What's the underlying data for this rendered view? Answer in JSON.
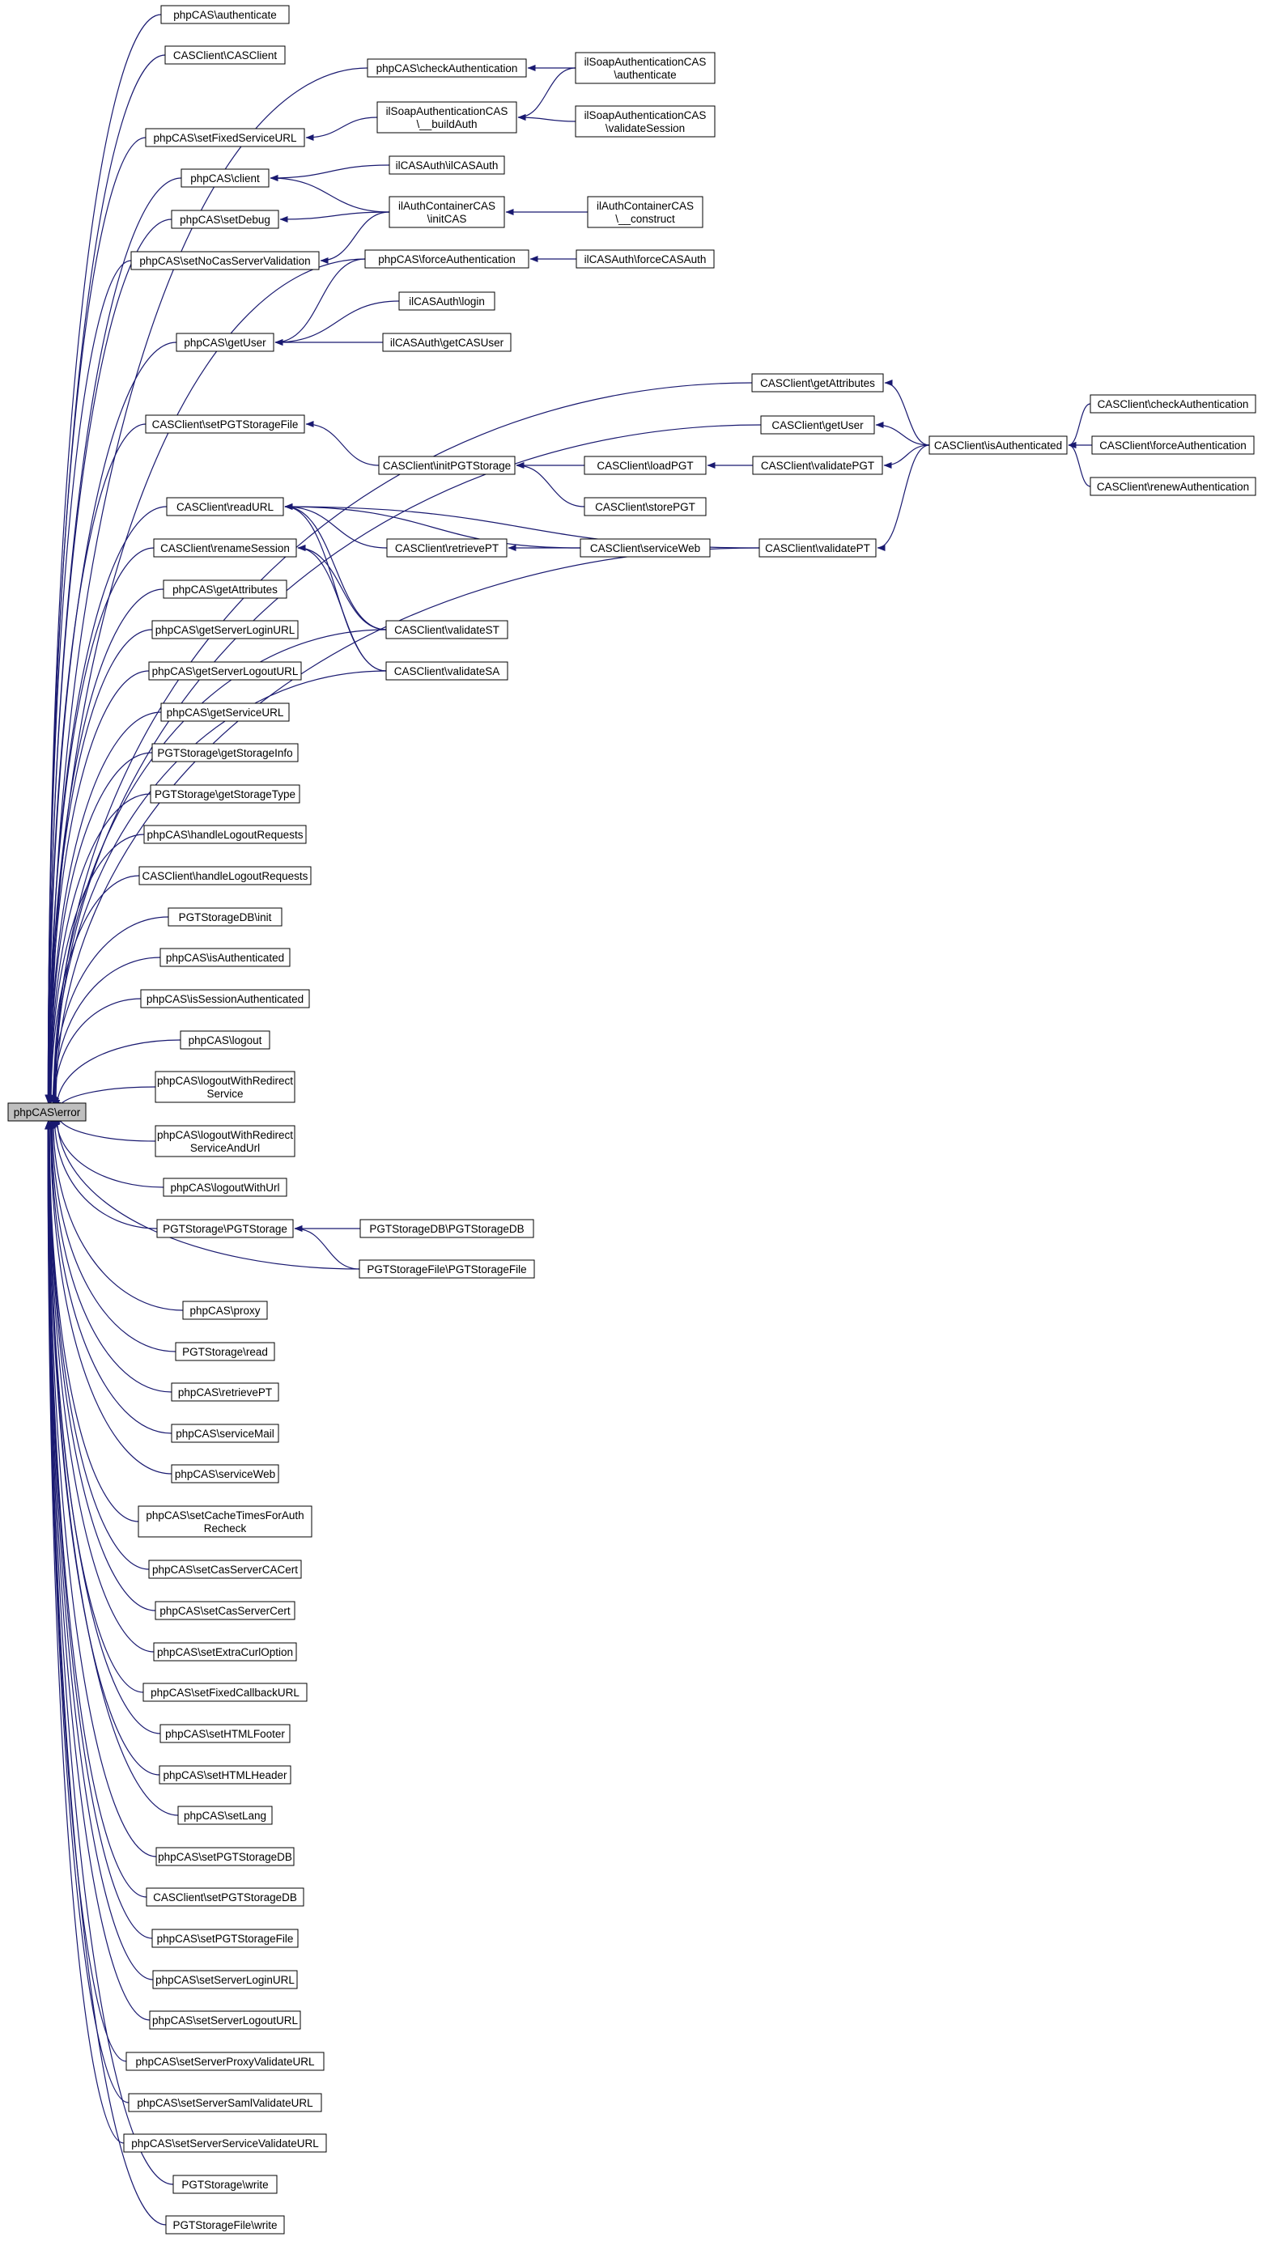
{
  "colors": {
    "edge": "#191970",
    "node_border": "#000000",
    "node_fill": "#ffffff",
    "root_fill": "#bfbfbf"
  },
  "nodes": [
    {
      "id": "root",
      "lines": [
        "phpCAS\\error"
      ],
      "root": true
    },
    {
      "id": "c1_authenticate",
      "lines": [
        "phpCAS\\authenticate"
      ]
    },
    {
      "id": "c1_casclient",
      "lines": [
        "CASClient\\CASClient"
      ]
    },
    {
      "id": "c1_setfixedserviceurl",
      "lines": [
        "phpCAS\\setFixedServiceURL"
      ]
    },
    {
      "id": "c1_client",
      "lines": [
        "phpCAS\\client"
      ]
    },
    {
      "id": "c1_setdebug",
      "lines": [
        "phpCAS\\setDebug"
      ]
    },
    {
      "id": "c1_setnocasservervalidation",
      "lines": [
        "phpCAS\\setNoCasServerValidation"
      ]
    },
    {
      "id": "c1_getuser",
      "lines": [
        "phpCAS\\getUser"
      ]
    },
    {
      "id": "c1_setpgtstoragefile",
      "lines": [
        "CASClient\\setPGTStorageFile"
      ]
    },
    {
      "id": "c1_readurl",
      "lines": [
        "CASClient\\readURL"
      ]
    },
    {
      "id": "c1_renamesession",
      "lines": [
        "CASClient\\renameSession"
      ]
    },
    {
      "id": "c1_getattributes",
      "lines": [
        "phpCAS\\getAttributes"
      ]
    },
    {
      "id": "c1_getserverloginurl",
      "lines": [
        "phpCAS\\getServerLoginURL"
      ]
    },
    {
      "id": "c1_getserverlogouturl",
      "lines": [
        "phpCAS\\getServerLogoutURL"
      ]
    },
    {
      "id": "c1_getserviceurl",
      "lines": [
        "phpCAS\\getServiceURL"
      ]
    },
    {
      "id": "c1_getstorageinfo",
      "lines": [
        "PGTStorage\\getStorageInfo"
      ]
    },
    {
      "id": "c1_getstoragetype",
      "lines": [
        "PGTStorage\\getStorageType"
      ]
    },
    {
      "id": "c1_handlelogoutrequests",
      "lines": [
        "phpCAS\\handleLogoutRequests"
      ]
    },
    {
      "id": "c1_casclient_handlelogoutrequests",
      "lines": [
        "CASClient\\handleLogoutRequests"
      ]
    },
    {
      "id": "c1_pgtstoragedb_init",
      "lines": [
        "PGTStorageDB\\init"
      ]
    },
    {
      "id": "c1_isauthenticated",
      "lines": [
        "phpCAS\\isAuthenticated"
      ]
    },
    {
      "id": "c1_issessionauthenticated",
      "lines": [
        "phpCAS\\isSessionAuthenticated"
      ]
    },
    {
      "id": "c1_logout",
      "lines": [
        "phpCAS\\logout"
      ]
    },
    {
      "id": "c1_logoutwithredirectservice",
      "lines": [
        "phpCAS\\logoutWithRedirect",
        "Service"
      ]
    },
    {
      "id": "c1_logoutwithredirectserviceandurl",
      "lines": [
        "phpCAS\\logoutWithRedirect",
        "ServiceAndUrl"
      ]
    },
    {
      "id": "c1_logoutwithurl",
      "lines": [
        "phpCAS\\logoutWithUrl"
      ]
    },
    {
      "id": "c1_pgtstorage",
      "lines": [
        "PGTStorage\\PGTStorage"
      ]
    },
    {
      "id": "c1_proxy",
      "lines": [
        "phpCAS\\proxy"
      ]
    },
    {
      "id": "c1_pgtstorage_read",
      "lines": [
        "PGTStorage\\read"
      ]
    },
    {
      "id": "c1_retrievept",
      "lines": [
        "phpCAS\\retrievePT"
      ]
    },
    {
      "id": "c1_servicemail",
      "lines": [
        "phpCAS\\serviceMail"
      ]
    },
    {
      "id": "c1_serviceweb",
      "lines": [
        "phpCAS\\serviceWeb"
      ]
    },
    {
      "id": "c1_setcachetimesforauthrecheck",
      "lines": [
        "phpCAS\\setCacheTimesForAuth",
        "Recheck"
      ]
    },
    {
      "id": "c1_setcasservercacert",
      "lines": [
        "phpCAS\\setCasServerCACert"
      ]
    },
    {
      "id": "c1_setcasservercert",
      "lines": [
        "phpCAS\\setCasServerCert"
      ]
    },
    {
      "id": "c1_setextracurloption",
      "lines": [
        "phpCAS\\setExtraCurlOption"
      ]
    },
    {
      "id": "c1_setfixedcallbackurl",
      "lines": [
        "phpCAS\\setFixedCallbackURL"
      ]
    },
    {
      "id": "c1_sethtmlfooter",
      "lines": [
        "phpCAS\\setHTMLFooter"
      ]
    },
    {
      "id": "c1_sethtmlheader",
      "lines": [
        "phpCAS\\setHTMLHeader"
      ]
    },
    {
      "id": "c1_setlang",
      "lines": [
        "phpCAS\\setLang"
      ]
    },
    {
      "id": "c1_setpgtstoragedb",
      "lines": [
        "phpCAS\\setPGTStorageDB"
      ]
    },
    {
      "id": "c1_casclient_setpgtstoragedb",
      "lines": [
        "CASClient\\setPGTStorageDB"
      ]
    },
    {
      "id": "c1_phpcas_setpgtstoragefile",
      "lines": [
        "phpCAS\\setPGTStorageFile"
      ]
    },
    {
      "id": "c1_setserverloginurl",
      "lines": [
        "phpCAS\\setServerLoginURL"
      ]
    },
    {
      "id": "c1_setserverlogouturl",
      "lines": [
        "phpCAS\\setServerLogoutURL"
      ]
    },
    {
      "id": "c1_setserverproxyvalidateurl",
      "lines": [
        "phpCAS\\setServerProxyValidateURL"
      ]
    },
    {
      "id": "c1_setserversamlvalidateurl",
      "lines": [
        "phpCAS\\setServerSamlValidateURL"
      ]
    },
    {
      "id": "c1_setserverservicevalidateurl",
      "lines": [
        "phpCAS\\setServerServiceValidateURL"
      ]
    },
    {
      "id": "c1_pgtstorage_write",
      "lines": [
        "PGTStorage\\write"
      ]
    },
    {
      "id": "c1_pgtstoragefile_write",
      "lines": [
        "PGTStorageFile\\write"
      ]
    },
    {
      "id": "c2_checkauthentication",
      "lines": [
        "phpCAS\\checkAuthentication"
      ]
    },
    {
      "id": "c2_buildauth",
      "lines": [
        "ilSoapAuthenticationCAS",
        "\\__buildAuth"
      ]
    },
    {
      "id": "c2_ilcasauth",
      "lines": [
        "ilCASAuth\\ilCASAuth"
      ]
    },
    {
      "id": "c2_initcas",
      "lines": [
        "ilAuthContainerCAS",
        "\\initCAS"
      ]
    },
    {
      "id": "c2_forceauthentication",
      "lines": [
        "phpCAS\\forceAuthentication"
      ]
    },
    {
      "id": "c2_login",
      "lines": [
        "ilCASAuth\\login"
      ]
    },
    {
      "id": "c2_getcasuser",
      "lines": [
        "ilCASAuth\\getCASUser"
      ]
    },
    {
      "id": "c2_initpgtstorage",
      "lines": [
        "CASClient\\initPGTStorage"
      ]
    },
    {
      "id": "c2_retrievept",
      "lines": [
        "CASClient\\retrievePT"
      ]
    },
    {
      "id": "c2_validatest",
      "lines": [
        "CASClient\\validateST"
      ]
    },
    {
      "id": "c2_validatesa",
      "lines": [
        "CASClient\\validateSA"
      ]
    },
    {
      "id": "c2_pgtstoragedb",
      "lines": [
        "PGTStorageDB\\PGTStorageDB"
      ]
    },
    {
      "id": "c2_pgtstoragefile",
      "lines": [
        "PGTStorageFile\\PGTStorageFile"
      ]
    },
    {
      "id": "c3_soap_authenticate",
      "lines": [
        "ilSoapAuthenticationCAS",
        "\\authenticate"
      ]
    },
    {
      "id": "c3_validatesession",
      "lines": [
        "ilSoapAuthenticationCAS",
        "\\validateSession"
      ]
    },
    {
      "id": "c3_construct",
      "lines": [
        "ilAuthContainerCAS",
        "\\__construct"
      ]
    },
    {
      "id": "c3_forcecasauth",
      "lines": [
        "ilCASAuth\\forceCASAuth"
      ]
    },
    {
      "id": "c3_loadpgt",
      "lines": [
        "CASClient\\loadPGT"
      ]
    },
    {
      "id": "c3_storepgt",
      "lines": [
        "CASClient\\storePGT"
      ]
    },
    {
      "id": "c3_serviceweb",
      "lines": [
        "CASClient\\serviceWeb"
      ]
    },
    {
      "id": "c4_getattributes",
      "lines": [
        "CASClient\\getAttributes"
      ]
    },
    {
      "id": "c4_getuser",
      "lines": [
        "CASClient\\getUser"
      ]
    },
    {
      "id": "c4_validatepgt",
      "lines": [
        "CASClient\\validatePGT"
      ]
    },
    {
      "id": "c4_validatept",
      "lines": [
        "CASClient\\validatePT"
      ]
    },
    {
      "id": "c5_isauthenticated",
      "lines": [
        "CASClient\\isAuthenticated"
      ]
    },
    {
      "id": "c6_checkauthentication",
      "lines": [
        "CASClient\\checkAuthentication"
      ]
    },
    {
      "id": "c6_forceauthentication",
      "lines": [
        "CASClient\\forceAuthentication"
      ]
    },
    {
      "id": "c6_renewauthentication",
      "lines": [
        "CASClient\\renewAuthentication"
      ]
    }
  ],
  "edges": [
    [
      "c1_authenticate",
      "root"
    ],
    [
      "c1_casclient",
      "root"
    ],
    [
      "c1_setfixedserviceurl",
      "root"
    ],
    [
      "c1_client",
      "root"
    ],
    [
      "c1_setdebug",
      "root"
    ],
    [
      "c1_setnocasservervalidation",
      "root"
    ],
    [
      "c1_getuser",
      "root"
    ],
    [
      "c1_setpgtstoragefile",
      "root"
    ],
    [
      "c1_readurl",
      "root"
    ],
    [
      "c1_renamesession",
      "root"
    ],
    [
      "c1_getattributes",
      "root"
    ],
    [
      "c1_getserverloginurl",
      "root"
    ],
    [
      "c1_getserverlogouturl",
      "root"
    ],
    [
      "c1_getserviceurl",
      "root"
    ],
    [
      "c1_getstorageinfo",
      "root"
    ],
    [
      "c1_getstoragetype",
      "root"
    ],
    [
      "c1_handlelogoutrequests",
      "root"
    ],
    [
      "c1_casclient_handlelogoutrequests",
      "root"
    ],
    [
      "c1_pgtstoragedb_init",
      "root"
    ],
    [
      "c1_isauthenticated",
      "root"
    ],
    [
      "c1_issessionauthenticated",
      "root"
    ],
    [
      "c1_logout",
      "root"
    ],
    [
      "c1_logoutwithredirectservice",
      "root"
    ],
    [
      "c1_logoutwithredirectserviceandurl",
      "root"
    ],
    [
      "c1_logoutwithurl",
      "root"
    ],
    [
      "c1_pgtstorage",
      "root"
    ],
    [
      "c1_proxy",
      "root"
    ],
    [
      "c1_pgtstorage_read",
      "root"
    ],
    [
      "c1_retrievept",
      "root"
    ],
    [
      "c1_servicemail",
      "root"
    ],
    [
      "c1_serviceweb",
      "root"
    ],
    [
      "c1_setcachetimesforauthrecheck",
      "root"
    ],
    [
      "c1_setcasservercacert",
      "root"
    ],
    [
      "c1_setcasservercert",
      "root"
    ],
    [
      "c1_setextracurloption",
      "root"
    ],
    [
      "c1_setfixedcallbackurl",
      "root"
    ],
    [
      "c1_sethtmlfooter",
      "root"
    ],
    [
      "c1_sethtmlheader",
      "root"
    ],
    [
      "c1_setlang",
      "root"
    ],
    [
      "c1_setpgtstoragedb",
      "root"
    ],
    [
      "c1_casclient_setpgtstoragedb",
      "root"
    ],
    [
      "c1_phpcas_setpgtstoragefile",
      "root"
    ],
    [
      "c1_setserverloginurl",
      "root"
    ],
    [
      "c1_setserverlogouturl",
      "root"
    ],
    [
      "c1_setserverproxyvalidateurl",
      "root"
    ],
    [
      "c1_setserversamlvalidateurl",
      "root"
    ],
    [
      "c1_setserverservicevalidateurl",
      "root"
    ],
    [
      "c1_pgtstorage_write",
      "root"
    ],
    [
      "c1_pgtstoragefile_write",
      "root"
    ],
    [
      "c2_checkauthentication",
      "root"
    ],
    [
      "c2_forceauthentication",
      "root"
    ],
    [
      "c4_getattributes",
      "root"
    ],
    [
      "c4_getuser",
      "root"
    ],
    [
      "c2_validatest",
      "root"
    ],
    [
      "c2_validatesa",
      "root"
    ],
    [
      "c2_pgtstoragefile",
      "root"
    ],
    [
      "c4_validatept",
      "root"
    ],
    [
      "c3_soap_authenticate",
      "c2_checkauthentication"
    ],
    [
      "c2_buildauth",
      "c1_setfixedserviceurl"
    ],
    [
      "c3_soap_authenticate",
      "c2_buildauth"
    ],
    [
      "c3_validatesession",
      "c2_buildauth"
    ],
    [
      "c2_ilcasauth",
      "c1_client"
    ],
    [
      "c2_initcas",
      "c1_client"
    ],
    [
      "c2_initcas",
      "c1_setdebug"
    ],
    [
      "c2_initcas",
      "c1_setnocasservervalidation"
    ],
    [
      "c3_construct",
      "c2_initcas"
    ],
    [
      "c3_forcecasauth",
      "c2_forceauthentication"
    ],
    [
      "c2_forceauthentication",
      "c1_getuser"
    ],
    [
      "c2_login",
      "c1_getuser"
    ],
    [
      "c2_getcasuser",
      "c1_getuser"
    ],
    [
      "c5_isauthenticated",
      "c4_getattributes"
    ],
    [
      "c5_isauthenticated",
      "c4_getuser"
    ],
    [
      "c2_initpgtstorage",
      "c1_setpgtstoragefile"
    ],
    [
      "c3_loadpgt",
      "c2_initpgtstorage"
    ],
    [
      "c3_storepgt",
      "c2_initpgtstorage"
    ],
    [
      "c4_validatepgt",
      "c3_loadpgt"
    ],
    [
      "c5_isauthenticated",
      "c4_validatepgt"
    ],
    [
      "c2_retrievept",
      "c1_readurl"
    ],
    [
      "c3_serviceweb",
      "c1_readurl"
    ],
    [
      "c2_validatest",
      "c1_readurl"
    ],
    [
      "c2_validatesa",
      "c1_readurl"
    ],
    [
      "c4_validatept",
      "c1_readurl"
    ],
    [
      "c3_serviceweb",
      "c2_retrievept"
    ],
    [
      "c2_validatest",
      "c1_renamesession"
    ],
    [
      "c2_validatesa",
      "c1_renamesession"
    ],
    [
      "c5_isauthenticated",
      "c4_validatept"
    ],
    [
      "c6_checkauthentication",
      "c5_isauthenticated"
    ],
    [
      "c6_forceauthentication",
      "c5_isauthenticated"
    ],
    [
      "c6_renewauthentication",
      "c5_isauthenticated"
    ],
    [
      "c2_pgtstoragedb",
      "c1_pgtstorage"
    ],
    [
      "c2_pgtstoragefile",
      "c1_pgtstorage"
    ]
  ]
}
